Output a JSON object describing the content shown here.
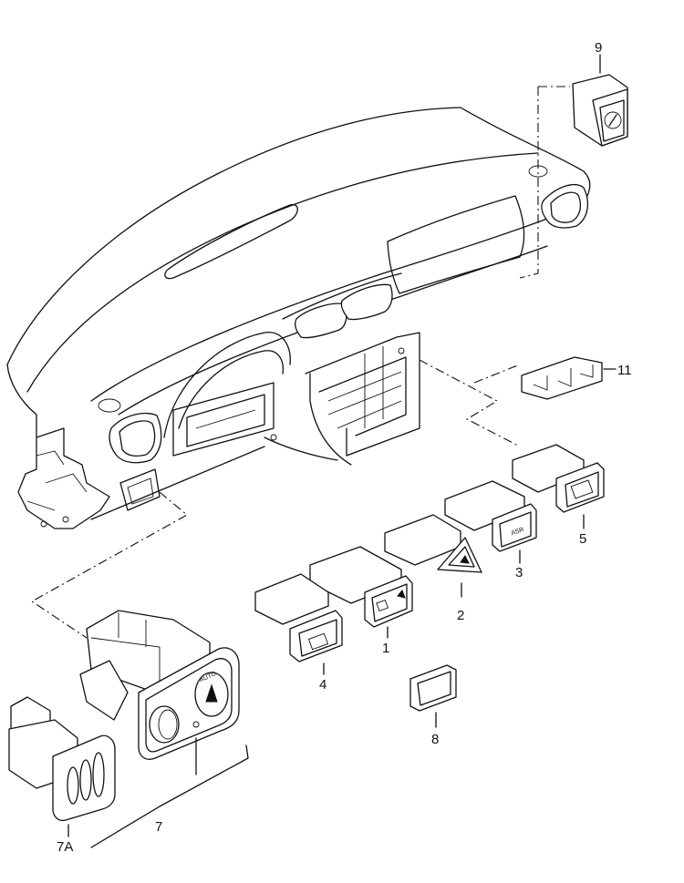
{
  "callouts": {
    "c1": "1",
    "c2": "2",
    "c3": "3",
    "c4": "4",
    "c5": "5",
    "c7": "7",
    "c7a": "7A",
    "c8": "8",
    "c9": "9",
    "c11": "11"
  },
  "parts": {
    "part3_label": "ASR",
    "part7_markings": "AUTO"
  },
  "colors": {
    "line": "#111111",
    "background": "#ffffff"
  }
}
